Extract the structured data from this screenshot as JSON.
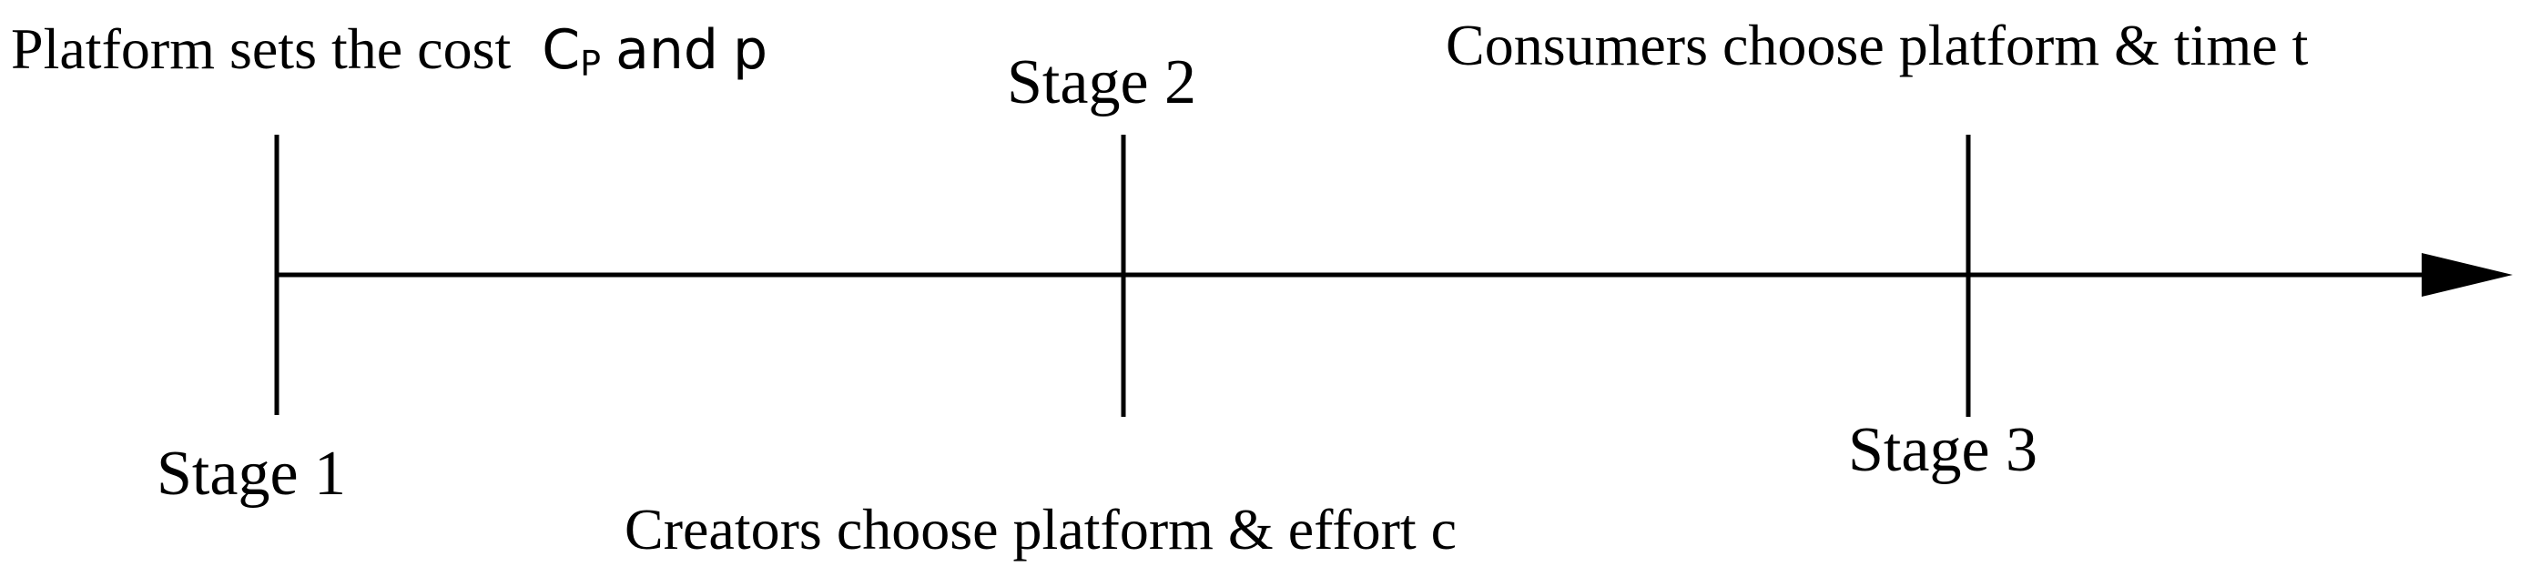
{
  "stages": {
    "stage1_label": "Stage 1",
    "stage2_label": "Stage 2",
    "stage3_label": "Stage 3"
  },
  "events": {
    "stage1_text": "Platform sets the cost",
    "stage1_var_base": "C",
    "stage1_var_sub": "P",
    "stage1_connector": "and",
    "stage1_var_p": "p",
    "stage2_text": "Creators choose platform & effort c",
    "stage3_text": "Consumers choose platform & time t"
  },
  "colors": {
    "line": "#000000",
    "text": "#000000",
    "background": "#ffffff"
  }
}
